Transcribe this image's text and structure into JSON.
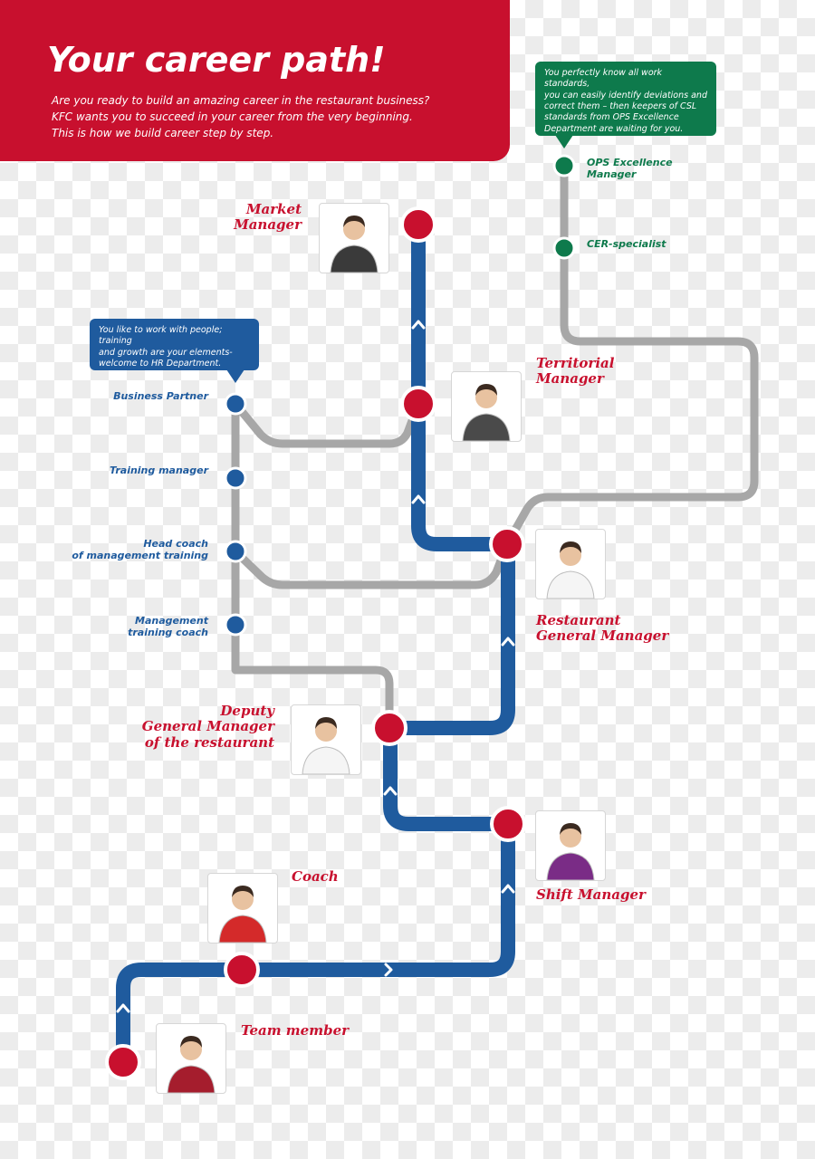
{
  "header": {
    "title": "Your career path!",
    "intro_lines": [
      "Are you ready to build an amazing career in the restaurant business?",
      "KFC wants you to succeed in your career from the very beginning.",
      "This is how we build career step by step."
    ]
  },
  "colors": {
    "brand_red": "#c8102e",
    "main_line_blue": "#1f5b9e",
    "hr_branch_gray": "#a7a7a7",
    "hr_station_blue": "#1f5b9e",
    "ops_station_green": "#0e7a4c"
  },
  "main_path": {
    "stations": [
      {
        "id": "team-member",
        "label": "Team member",
        "photo_icon": "person-icon",
        "shirt": "#a51d2d"
      },
      {
        "id": "coach",
        "label": "Coach",
        "photo_icon": "person-icon",
        "shirt": "#d42a2a"
      },
      {
        "id": "shift-manager",
        "label": "Shift Manager",
        "photo_icon": "person-icon",
        "shirt": "#7a2c86"
      },
      {
        "id": "deputy-general-manager",
        "label_lines": [
          "Deputy",
          "General Manager",
          "of the restaurant"
        ],
        "photo_icon": "person-icon",
        "shirt": "#f5f5f5"
      },
      {
        "id": "restaurant-general-manager",
        "label_lines": [
          "Restaurant",
          "General Manager"
        ],
        "photo_icon": "person-icon",
        "shirt": "#f5f5f5"
      },
      {
        "id": "territorial-manager",
        "label_lines": [
          "Territorial",
          "Manager"
        ],
        "photo_icon": "person-icon",
        "shirt": "#4a4a4a"
      },
      {
        "id": "market-manager",
        "label_lines": [
          "Market",
          "Manager"
        ],
        "photo_icon": "person-icon",
        "shirt": "#3a3a3a"
      }
    ]
  },
  "hr_branch": {
    "callout_lines": [
      "You like to work with people; training",
      "and growth are your elements-",
      "welcome to HR Department."
    ],
    "stations": [
      {
        "id": "business-partner",
        "label_lines": [
          "Business Partner"
        ]
      },
      {
        "id": "training-manager",
        "label_lines": [
          "Training manager"
        ]
      },
      {
        "id": "head-coach",
        "label_lines": [
          "Head coach",
          "of management training"
        ]
      },
      {
        "id": "management-training-coach",
        "label_lines": [
          "Management",
          "training coach"
        ]
      }
    ]
  },
  "ops_branch": {
    "callout_lines": [
      "You perfectly know all work standards,",
      "you can easily identify deviations and",
      "correct them – then keepers of CSL",
      "standards from OPS Excellence",
      "Department are waiting for you."
    ],
    "stations": [
      {
        "id": "ops-excellence-manager",
        "label_lines": [
          "OPS Excellence",
          "Manager"
        ]
      },
      {
        "id": "cer-specialist",
        "label_lines": [
          "CER-specialist"
        ]
      }
    ]
  }
}
